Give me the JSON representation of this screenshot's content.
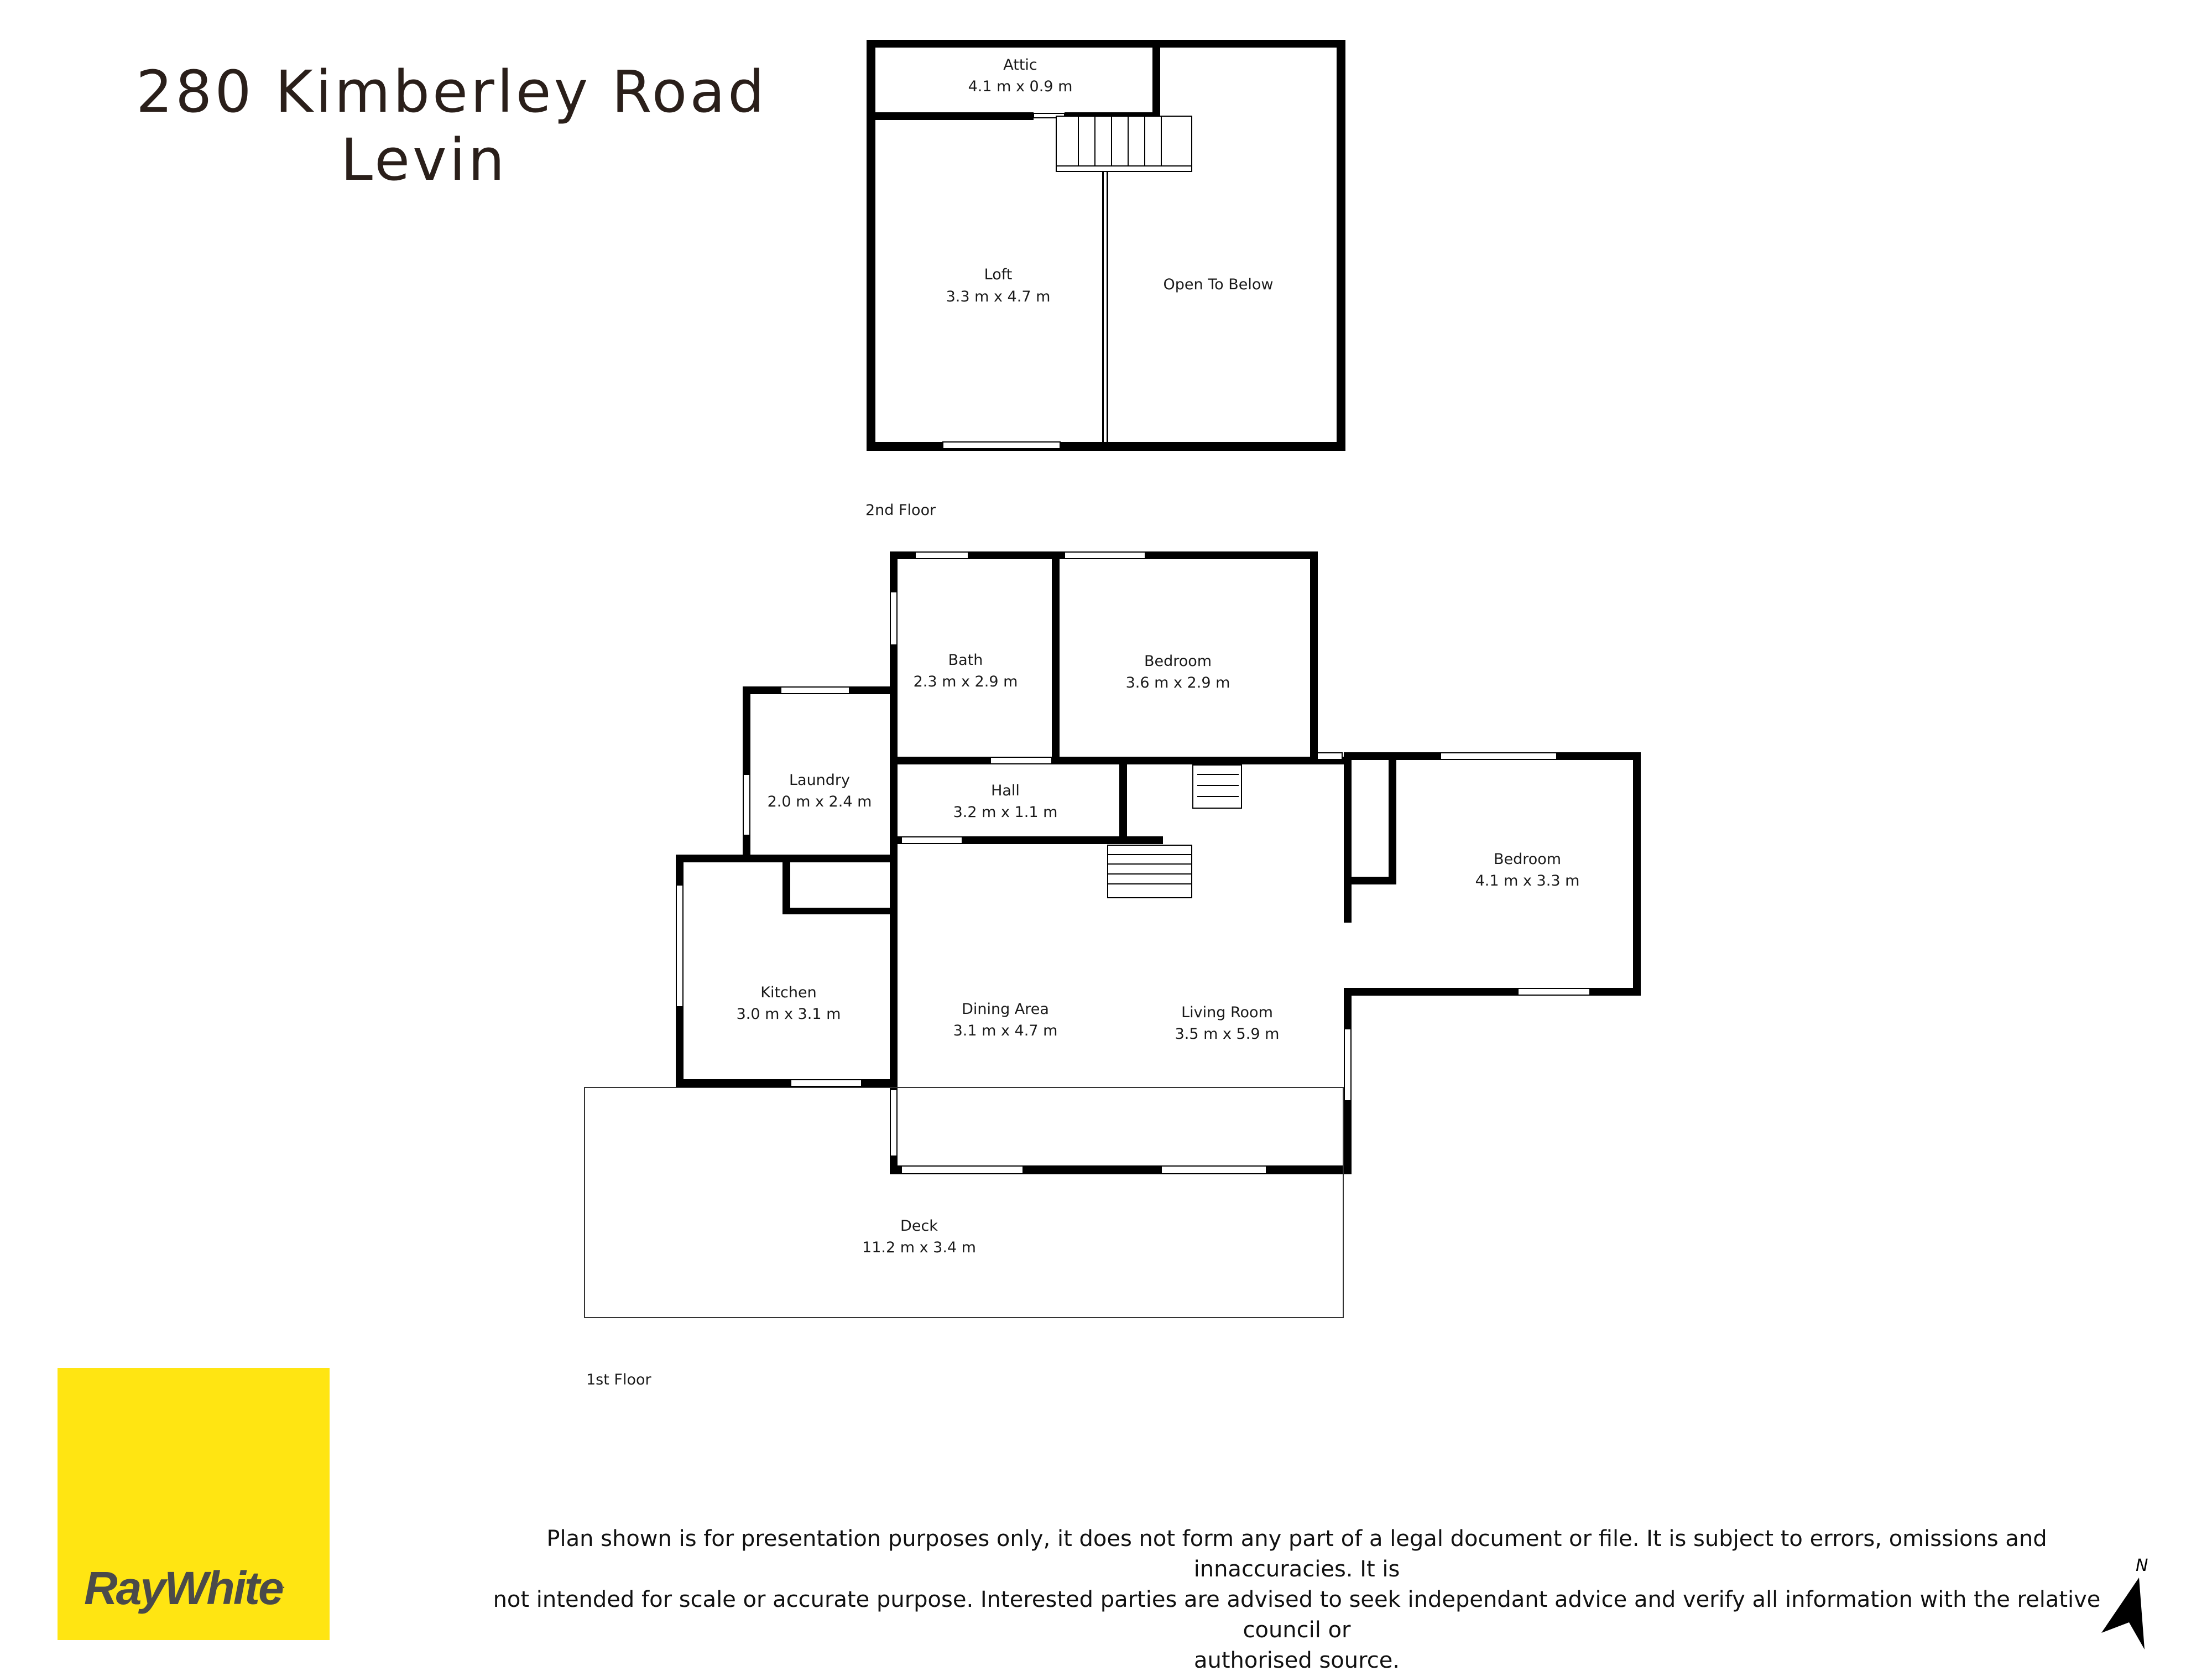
{
  "title": {
    "line1": "280 Kimberley Road",
    "line2": "Levin"
  },
  "floors": {
    "second": "2nd Floor",
    "first": "1st Floor"
  },
  "rooms": {
    "attic": {
      "name": "Attic",
      "dims": "4.1 m x 0.9 m"
    },
    "loft": {
      "name": "Loft",
      "dims": "3.3 m x 4.7 m"
    },
    "open_to_below": {
      "name": "Open To Below"
    },
    "bath": {
      "name": "Bath",
      "dims": "2.3 m x 2.9 m"
    },
    "bedroom_1": {
      "name": "Bedroom",
      "dims": "3.6 m x 2.9 m"
    },
    "laundry": {
      "name": "Laundry",
      "dims": "2.0 m x 2.4 m"
    },
    "hall": {
      "name": "Hall",
      "dims": "3.2 m x 1.1 m"
    },
    "bedroom_2": {
      "name": "Bedroom",
      "dims": "4.1 m x 3.3 m"
    },
    "kitchen": {
      "name": "Kitchen",
      "dims": "3.0 m x 3.1 m"
    },
    "dining": {
      "name": "Dining Area",
      "dims": "3.1 m x 4.7 m"
    },
    "living": {
      "name": "Living Room",
      "dims": "3.5 m x 5.9 m"
    },
    "deck": {
      "name": "Deck",
      "dims": "11.2 m x 3.4 m"
    }
  },
  "disclaimer": {
    "line1": "Plan shown is for presentation purposes only, it does not form any part of a legal document or file. It is subject to errors, omissions and innaccuracies. It is",
    "line2": "not intended for scale or accurate purpose. Interested parties are advised to seek independant advice and verify all information with the relative council or",
    "line3": "authorised source."
  },
  "brand": {
    "name": "RayWhite",
    "mark": ".",
    "color": "#ffe512"
  },
  "compass": {
    "label": "N",
    "icon": "north-arrow-icon"
  },
  "colors": {
    "wall": "#000000",
    "window": "#ffffff",
    "text": "#1a1a1a"
  }
}
